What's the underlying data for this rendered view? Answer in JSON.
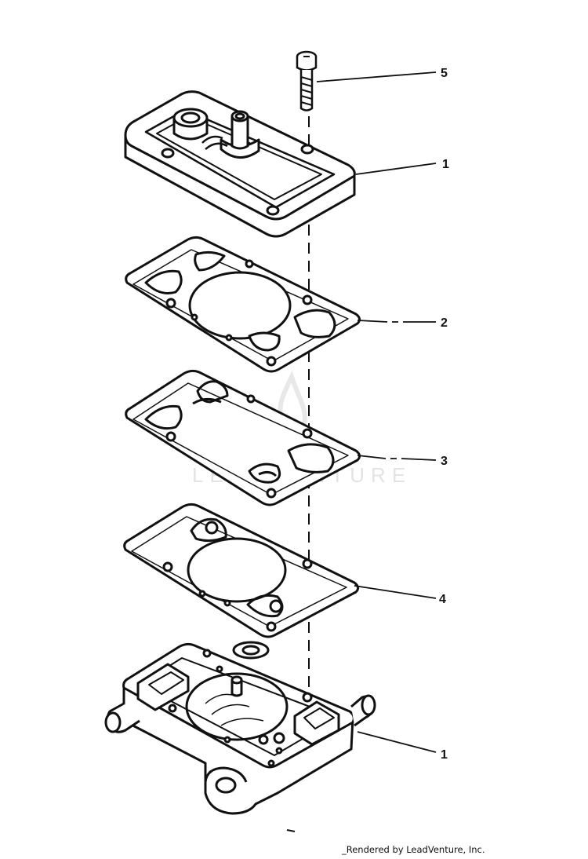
{
  "callouts": {
    "bolt": "5",
    "top_cover": "1",
    "gasket_upper": "2",
    "diaphragm": "3",
    "gasket_lower": "4",
    "pump_body": "1"
  },
  "watermark": "LEADVENTURE",
  "footer_credit": "_Rendered by LeadVenture, Inc.",
  "colors": {
    "ink": "#111111",
    "watermark": "#e3e3e3",
    "background": "#ffffff"
  }
}
